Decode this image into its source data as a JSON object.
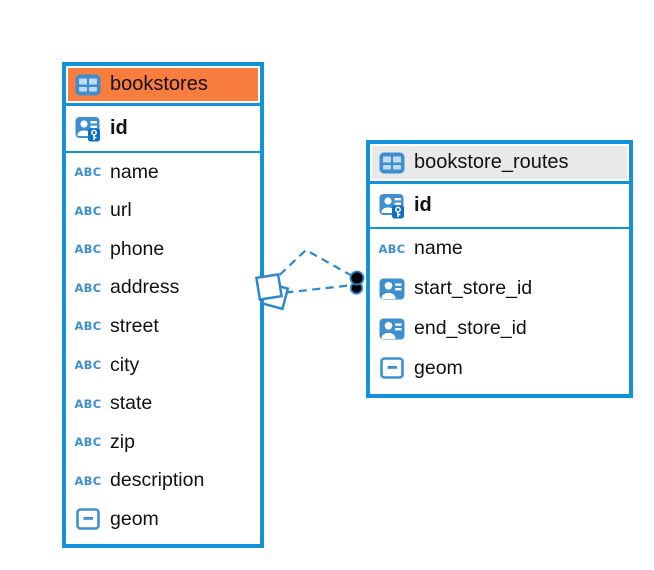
{
  "diagram": {
    "colors": {
      "accent_border": "#1292D8",
      "icon_blue": "#3E8FD0",
      "icon_cell_light": "#BFDCF4",
      "key_badge_blue": "#0F6FC5",
      "line_blue": "#2E86D0",
      "selected_header_orange": "#F87D3E",
      "header_gray": "#E9E9E9"
    },
    "icon_glyphs": {
      "text-column-icon": "ABC"
    },
    "connector": {
      "style": "dashed",
      "line_count": 2,
      "source_marker": "overlapping-squares",
      "target_marker": "overlapping-black-dots"
    },
    "tables": [
      {
        "title": "bookstores",
        "header_style": "selected-orange",
        "columns": [
          {
            "name": "id",
            "icon": "primary-key-icon",
            "emphasis": "bold"
          },
          {
            "name": "name",
            "icon": "text-column-icon"
          },
          {
            "name": "url",
            "icon": "text-column-icon"
          },
          {
            "name": "phone",
            "icon": "text-column-icon"
          },
          {
            "name": "address",
            "icon": "text-column-icon"
          },
          {
            "name": "street",
            "icon": "text-column-icon"
          },
          {
            "name": "city",
            "icon": "text-column-icon"
          },
          {
            "name": "state",
            "icon": "text-column-icon"
          },
          {
            "name": "zip",
            "icon": "text-column-icon"
          },
          {
            "name": "description",
            "icon": "text-column-icon"
          },
          {
            "name": "geom",
            "icon": "geometry-column-icon"
          }
        ]
      },
      {
        "title": "bookstore_routes",
        "header_style": "gray",
        "columns": [
          {
            "name": "id",
            "icon": "primary-key-icon",
            "emphasis": "bold"
          },
          {
            "name": "name",
            "icon": "text-column-icon"
          },
          {
            "name": "start_store_id",
            "icon": "reference-column-icon"
          },
          {
            "name": "end_store_id",
            "icon": "reference-column-icon"
          },
          {
            "name": "geom",
            "icon": "geometry-column-icon"
          }
        ]
      }
    ]
  }
}
